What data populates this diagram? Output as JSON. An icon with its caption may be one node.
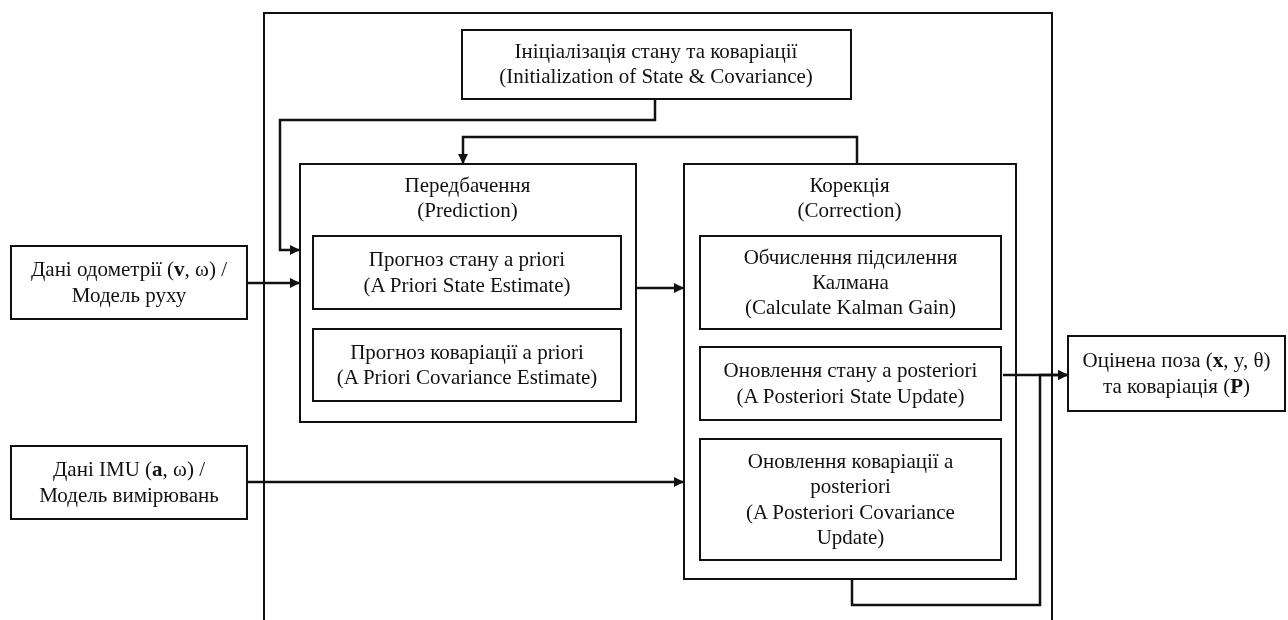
{
  "diagram": {
    "nodes": [
      {
        "text": [],
        "shape": "box"
      },
      {
        "text": [
          "Ініціалізація стану та коваріації",
          "(Initialization of State & Covariance)"
        ],
        "in": 0
      },
      {
        "text": [
          "Передбачення",
          "(Prediction)"
        ],
        "in": 0
      },
      {
        "text": [
          "Прогноз стану а priori",
          "(A Priori State Estimate)"
        ],
        "in": 2
      },
      {
        "text": [
          "Прогноз коваріації а priori",
          "(A Priori Covariance Estimate)"
        ],
        "in": 2
      },
      {
        "text": [
          "Корекція",
          "(Correction)"
        ],
        "in": 0
      },
      {
        "text": [
          "Обчислення підсилення Калмана",
          "(Calculate Kalman Gain)"
        ],
        "in": 5
      },
      {
        "text": [
          "Оновлення стану а posteriori",
          "(A Posteriori State Update)"
        ],
        "in": 5
      },
      {
        "text": [
          "Оновлення коваріації а posteriori",
          "(A Posteriori Covariance Update)"
        ],
        "in": 5
      },
      {
        "text": [
          "Дані одометрії (**v**, ω) / Модель руху"
        ]
      },
      {
        "text": [
          "Дані IMU (**a**, ω) / Модель вимірювань"
        ]
      },
      {
        "text": [
          "Оцінена поза (**x**, y, θ) та коваріація (**P**)"
        ]
      }
    ],
    "edges": [
      {
        "from": 1,
        "to": 2,
        "arrow": "to"
      },
      {
        "from": 9,
        "to": 2,
        "arrow": "to"
      },
      {
        "from": 2,
        "to": 5,
        "arrow": "to"
      },
      {
        "from": 5,
        "to": 2,
        "arrow": "to"
      },
      {
        "from": 10,
        "to": 5,
        "arrow": "to"
      },
      {
        "from": 7,
        "to": 11,
        "arrow": "to"
      },
      {
        "from": 5,
        "to": 11,
        "arrow": "to"
      }
    ]
  }
}
